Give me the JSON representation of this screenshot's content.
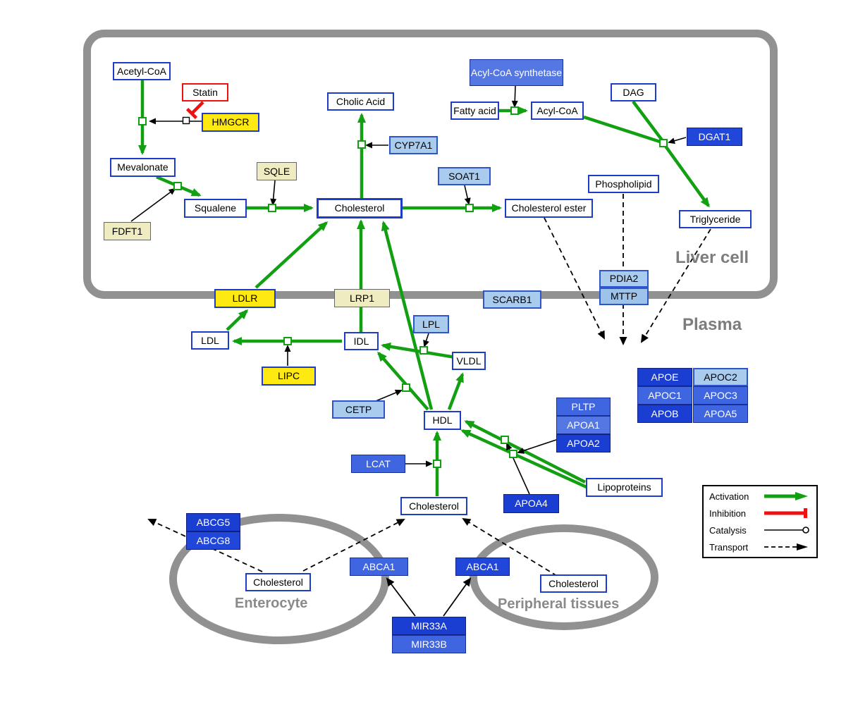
{
  "compartments": {
    "liver": "Liver cell",
    "plasma": "Plasma",
    "enterocyte": "Enterocyte",
    "peripheral": "Peripheral tissues"
  },
  "legend": {
    "activation": "Activation",
    "inhibition": "Inhibition",
    "catalysis": "Catalysis",
    "transport": "Transport"
  },
  "nodes": {
    "acetyl_coa": "Acetyl-CoA",
    "statin": "Statin",
    "hmgcr": "HMGCR",
    "mevalonate": "Mevalonate",
    "sqle": "SQLE",
    "fdft1": "FDFT1",
    "squalene": "Squalene",
    "cholesterol_liver": "Cholesterol",
    "cholic_acid": "Cholic Acid",
    "cyp7a1": "CYP7A1",
    "soat1": "SOAT1",
    "cholesterol_ester": "Cholesterol ester",
    "acyl_coa_synthetase": "Acyl-CoA synthetase",
    "fatty_acid": "Fatty acid",
    "acyl_coa": "Acyl-CoA",
    "dag": "DAG",
    "dgat1": "DGAT1",
    "phospholipid": "Phospholipid",
    "triglyceride": "Triglyceride",
    "pdia2": "PDIA2",
    "mttp": "MTTP",
    "ldlr": "LDLR",
    "lrp1": "LRP1",
    "scarb1": "SCARB1",
    "ldl": "LDL",
    "idl": "IDL",
    "lpl": "LPL",
    "vldl": "VLDL",
    "lipc": "LIPC",
    "cetp": "CETP",
    "hdl": "HDL",
    "pltp": "PLTP",
    "apoa1": "APOA1",
    "apoa2": "APOA2",
    "apoe": "APOE",
    "apoc2": "APOC2",
    "apoc1": "APOC1",
    "apoc3": "APOC3",
    "apob": "APOB",
    "apoa5": "APOA5",
    "lcat": "LCAT",
    "apoa4": "APOA4",
    "lipoproteins": "Lipoproteins",
    "cholesterol_plasma": "Cholesterol",
    "abcg5": "ABCG5",
    "abcg8": "ABCG8",
    "cholesterol_enterocyte": "Cholesterol",
    "abca1_left": "ABCA1",
    "abca1_right": "ABCA1",
    "cholesterol_peripheral": "Cholesterol",
    "mir33a": "MIR33A",
    "mir33b": "MIR33B"
  },
  "colors": {
    "activation_green": "#12a012",
    "inhibition_red": "#ee1111",
    "membrane_gray": "#919191",
    "node_border_blue": "#1e3cc8",
    "enzyme_yellow": "#ffe913",
    "enzyme_cream": "#f0ecc2",
    "light_blue": "#a9cbee",
    "medium_blue": "#3f66e0",
    "dark_blue": "#1b3ed2"
  }
}
